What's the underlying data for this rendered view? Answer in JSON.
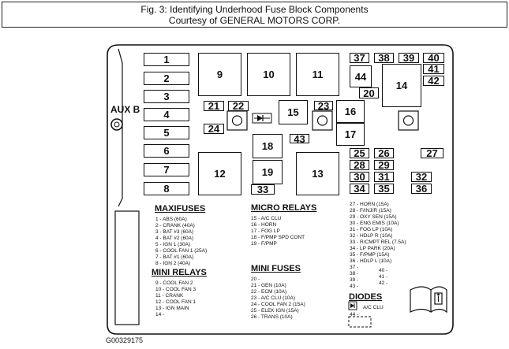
{
  "header": {
    "title": "Fig. 3: Identifying Underhood Fuse Block Components",
    "courtesy": "Courtesy of GENERAL MOTORS CORP."
  },
  "aux_label": "AUX B",
  "figure_code": "G00329175",
  "boxes": [
    {
      "label": "1"
    },
    {
      "label": "2"
    },
    {
      "label": "3"
    },
    {
      "label": "4"
    },
    {
      "label": "5"
    },
    {
      "label": "6"
    },
    {
      "label": "7"
    },
    {
      "label": "8"
    },
    {
      "label": "9"
    },
    {
      "label": "10"
    },
    {
      "label": "11"
    },
    {
      "label": "12"
    },
    {
      "label": "13"
    },
    {
      "label": "14"
    },
    {
      "label": "15"
    },
    {
      "label": "16"
    },
    {
      "label": "17"
    },
    {
      "label": "18"
    },
    {
      "label": "19"
    },
    {
      "label": "20"
    },
    {
      "label": "21"
    },
    {
      "label": "22"
    },
    {
      "label": "23"
    },
    {
      "label": "24"
    },
    {
      "label": "25"
    },
    {
      "label": "26"
    },
    {
      "label": "27"
    },
    {
      "label": "28"
    },
    {
      "label": "29"
    },
    {
      "label": "30"
    },
    {
      "label": "31"
    },
    {
      "label": "32"
    },
    {
      "label": "33"
    },
    {
      "label": "34"
    },
    {
      "label": "35"
    },
    {
      "label": "36"
    },
    {
      "label": "37"
    },
    {
      "label": "38"
    },
    {
      "label": "39"
    },
    {
      "label": "40"
    },
    {
      "label": "41"
    },
    {
      "label": "42"
    },
    {
      "label": "43"
    },
    {
      "label": "44"
    }
  ],
  "legend": {
    "maxifuses": {
      "title": "MAXIFUSES",
      "items": [
        "1 - ABS (60A)",
        "2 - CRANK (40A)",
        "3 - BAT #3 (60A)",
        "4 - BAT #2 (60A)",
        "5 - IGN 1 (30A)",
        "6 - COOL FAN 1 (25A)",
        "7 - BAT #1 (60A)",
        "8 - IGN 2 (40A)"
      ]
    },
    "mini_relays": {
      "title": "MINI RELAYS",
      "items": [
        "9 - COOL FAN 2",
        "10 - COOL FAN 3",
        "11 - CRANK",
        "12 - COOL FAN 1",
        "13 - IGN MAIN",
        "14 -"
      ]
    },
    "micro_relays": {
      "title": "MICRO RELAYS",
      "items": [
        "15 - A/C CLU",
        "16 - HORN",
        "17 - FOG LP",
        "18 - F/PMP SPD CONT",
        "19 - F/PMP"
      ]
    },
    "mini_fuses": {
      "title": "MINI FUSES",
      "items": [
        "20 -",
        "21 - GEN (10A)",
        "22 - ECM (10A)",
        "23 - A/C CLU (10A)",
        "24 - COOL FAN 2 (15A)",
        "25 - ELEK IGN (15A)",
        "26 - TRANS (10A)"
      ]
    },
    "right": {
      "items": [
        "27 - HORN (15A)",
        "28 - F/INJ/R (15A)",
        "29 - OXY SEN (15A)",
        "30 - ENG EMIS (10A)",
        "31 - FOG LP (10A)",
        "32 - HDLP R (10A)",
        "33 - R/CMPT REL (7.5A)",
        "34 - LP PARK (20A)",
        "35 - F/PMP (15A)",
        "36 - HDLP L (10A)",
        "37 -",
        "38 -",
        "39 -",
        "43 -",
        "40 -",
        "41 -",
        "42 -"
      ]
    },
    "diodes": {
      "title": "DIODES",
      "items": [
        "A/C CLU",
        "44 -"
      ]
    }
  }
}
